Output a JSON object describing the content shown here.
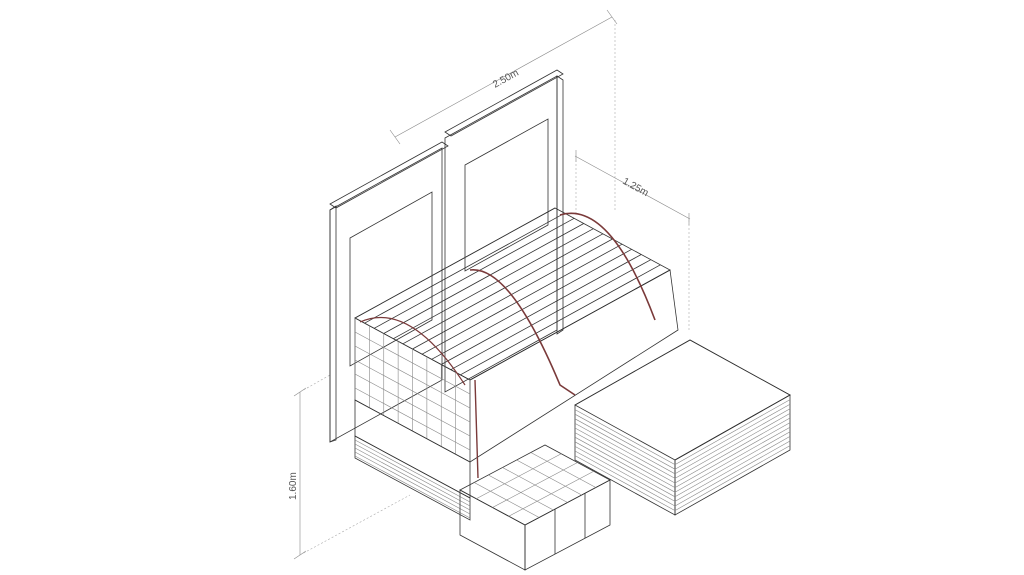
{
  "dimensions": {
    "length": "2.50m",
    "depth": "1.25m",
    "height": "1.60m"
  },
  "colors": {
    "strap": "#7a3a3a",
    "line": "#333333",
    "panel_fill": "#f4f1f0"
  }
}
